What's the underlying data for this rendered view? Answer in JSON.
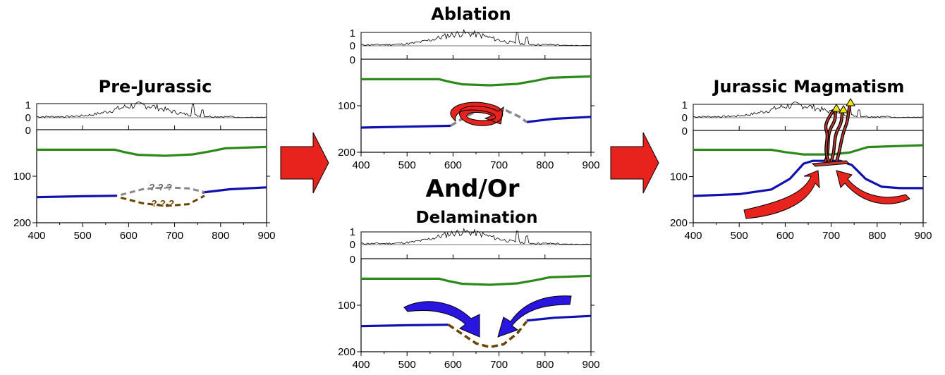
{
  "titles": {
    "pre_jurassic": "Pre-Jurassic",
    "ablation": "Ablation",
    "and_or": "And/Or",
    "delamination": "Delamination",
    "jurassic_magmatism": "Jurassic Magmatism"
  },
  "ticks": {
    "top_y": [
      "1",
      "0"
    ],
    "top_x": "0",
    "depth": [
      "100",
      "200"
    ],
    "x": [
      "400",
      "500",
      "600",
      "700",
      "800",
      "900"
    ]
  },
  "question_marks": {
    "upper": "?-?-?",
    "lower": "?-?-?"
  },
  "colors": {
    "lab_line": "#1010b0",
    "moho_line": "#2b8a1a",
    "ablation_dashed": "#888888",
    "delamination_dashed": "#6b4300",
    "arrows_red": "#e8231e",
    "arrows_blue": "#2a14e0",
    "volcano": "#f2e600"
  },
  "icons": [
    "flow-arrow-icon",
    "volcano-icon"
  ]
}
